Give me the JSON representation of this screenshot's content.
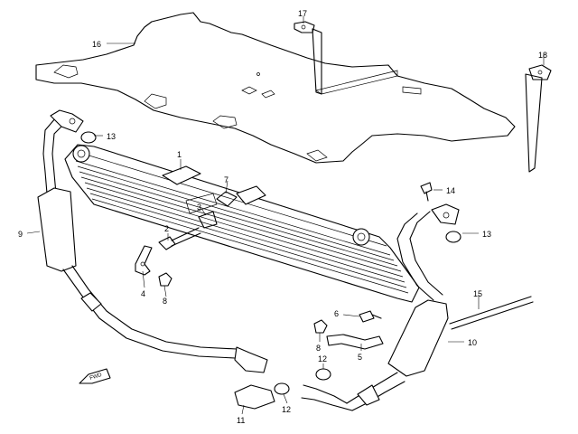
{
  "callouts": {
    "c1": "1",
    "c2": "2",
    "c3": "3",
    "c4": "4",
    "c5": "5",
    "c6": "6",
    "c7": "7",
    "c8a": "8",
    "c8b": "8",
    "c9": "9",
    "c10": "10",
    "c11": "11",
    "c12a": "12",
    "c12b": "12",
    "c13a": "13",
    "c13b": "13",
    "c14": "14",
    "c15": "15",
    "c16": "16",
    "c17": "17",
    "c18": "18"
  },
  "fwd_label": "FWD"
}
